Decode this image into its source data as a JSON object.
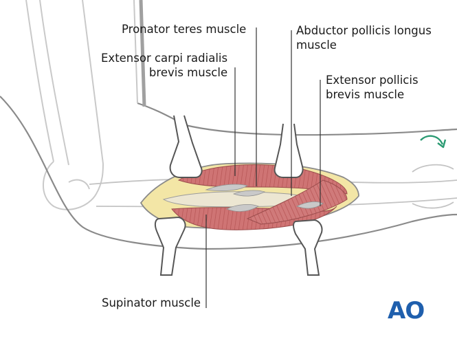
{
  "labels": {
    "pronator_teres": "Pronator teres muscle",
    "ecrb_line1": "Extensor carpi radialis",
    "ecrb_line2": "brevis muscle",
    "apl_line1": "Abductor pollicis longus",
    "apl_line2": "muscle",
    "epb_line1": "Extensor pollicis",
    "epb_line2": "brevis muscle",
    "supinator": "Supinator muscle"
  },
  "logo": {
    "text": "AO"
  },
  "colors": {
    "outline": "#7a7a7a",
    "bone": "#d4d4d4",
    "muscle": "#c96b6b",
    "muscle_light": "#e2a3a3",
    "fat": "#f1e3a3",
    "tendon": "#e9e4d0",
    "arrow": "#2a9a72",
    "brand": "#1f5fad"
  },
  "icons": {
    "rotation_arrow": "curved-arrow-icon"
  }
}
